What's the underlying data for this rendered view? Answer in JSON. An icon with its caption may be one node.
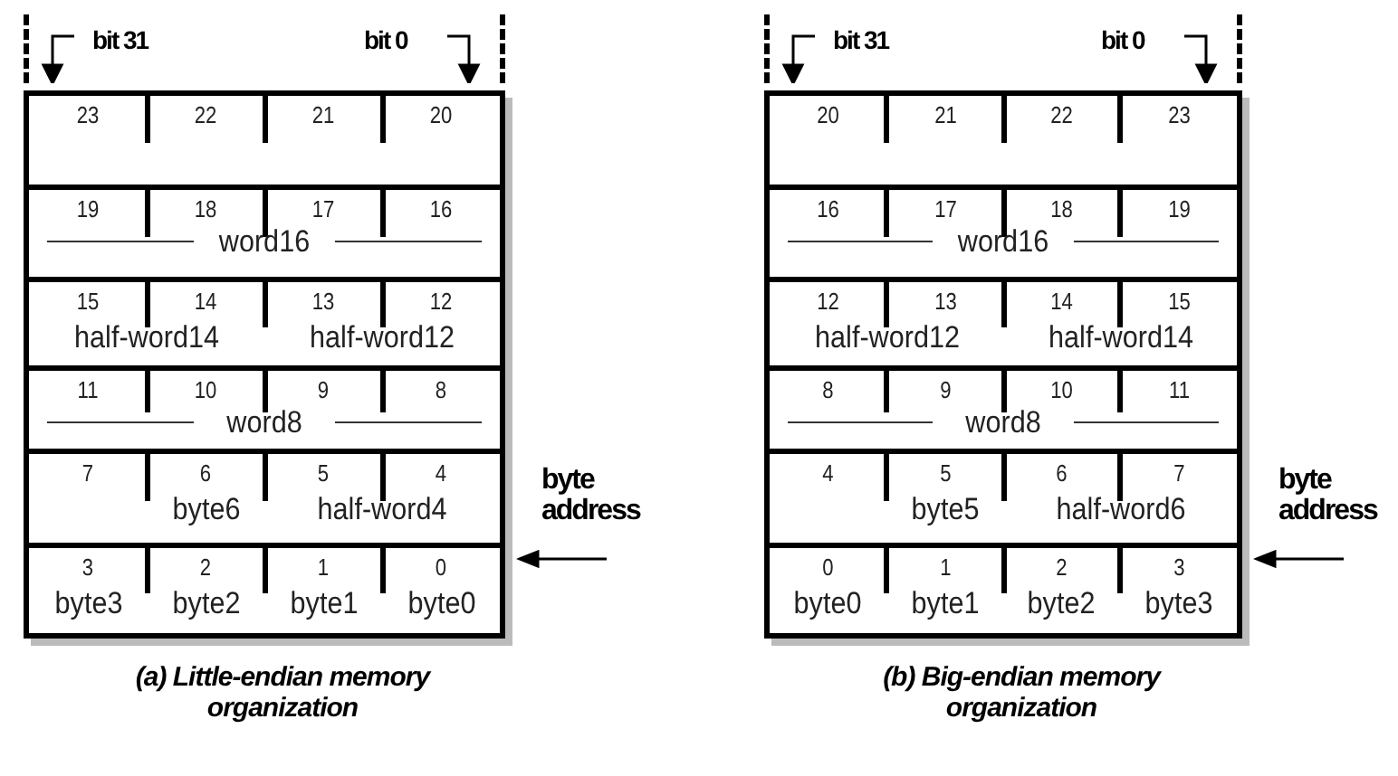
{
  "diagram": {
    "nodes": [
      {
        "text": [],
        "shape": "box",
        "beside": [
          "bit 31",
          "bit 0",
          "byte address",
          "(a) Little-endian memory organization"
        ]
      },
      {
        "text": [
          "23",
          "22",
          "21",
          "20"
        ],
        "in": 0
      },
      {
        "text": [
          "19",
          "18",
          "17",
          "16",
          "word16"
        ],
        "in": 0
      },
      {
        "text": [
          "15",
          "14",
          "13",
          "12",
          "half-word14",
          "half-word12"
        ],
        "in": 0
      },
      {
        "text": [
          "11",
          "10",
          "9",
          "8",
          "word8"
        ],
        "in": 0
      },
      {
        "text": [
          "7",
          "6",
          "5",
          "4",
          "byte6",
          "half-word4"
        ],
        "in": 0
      },
      {
        "text": [
          "3",
          "2",
          "1",
          "0",
          "byte3",
          "byte2",
          "byte1",
          "byte0"
        ],
        "in": 0
      },
      {
        "text": [],
        "shape": "box",
        "beside": [
          "bit 31",
          "bit 0",
          "byte address",
          "(b) Big-endian memory organization"
        ]
      },
      {
        "text": [
          "20",
          "21",
          "22",
          "23"
        ],
        "in": 7
      },
      {
        "text": [
          "16",
          "17",
          "18",
          "19",
          "word16"
        ],
        "in": 7
      },
      {
        "text": [
          "12",
          "13",
          "14",
          "15",
          "half-word12",
          "half-word14"
        ],
        "in": 7
      },
      {
        "text": [
          "8",
          "9",
          "10",
          "11",
          "word8"
        ],
        "in": 7
      },
      {
        "text": [
          "4",
          "5",
          "6",
          "7",
          "byte5",
          "half-word6"
        ],
        "in": 7
      },
      {
        "text": [
          "0",
          "1",
          "2",
          "3",
          "byte0",
          "byte1",
          "byte2",
          "byte3"
        ],
        "in": 7
      }
    ],
    "edges": []
  }
}
